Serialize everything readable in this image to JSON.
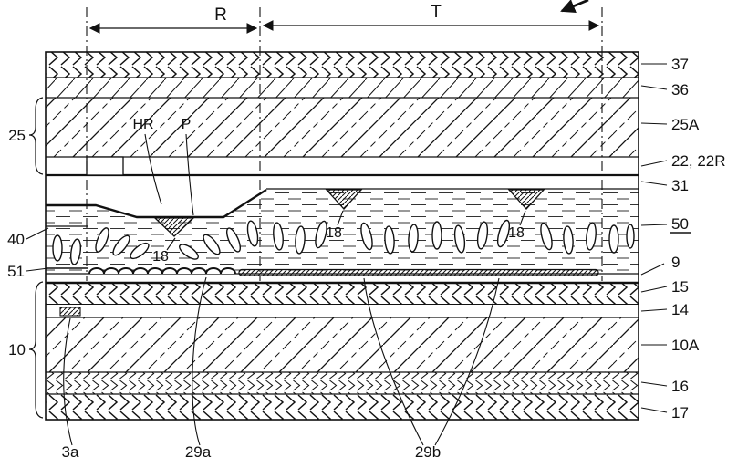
{
  "dimension_labels": {
    "r": "R",
    "t": "T"
  },
  "right_labels": [
    "37",
    "36",
    "25A",
    "22, 22R",
    "31",
    "50",
    "9",
    "15",
    "14",
    "10A",
    "16",
    "17"
  ],
  "left_labels": {
    "l25": "25",
    "l40": "40",
    "l51": "51",
    "l10": "10"
  },
  "inner_labels": {
    "hr": "HR",
    "p": "P",
    "n18": "18"
  },
  "bottom_labels": {
    "n3a": "3a",
    "n29a": "29a",
    "n29b": "29b"
  },
  "colors": {
    "ink": "#111111",
    "background": "#ffffff"
  }
}
